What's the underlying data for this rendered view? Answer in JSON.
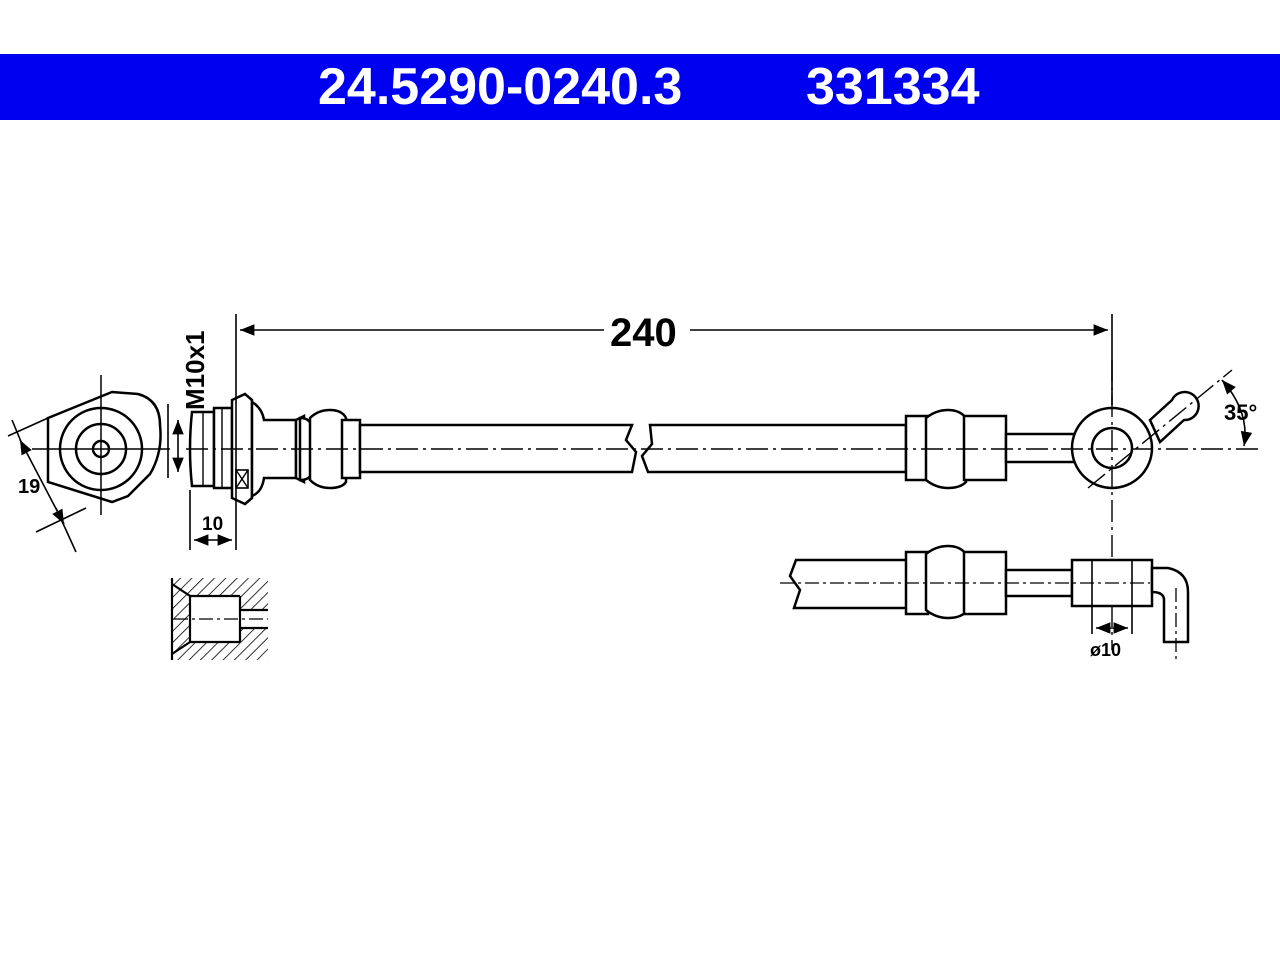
{
  "header": {
    "part_number": "24.5290-0240.3",
    "ref_number": "331334",
    "background_color": "#0000f0",
    "text_color": "#ffffff"
  },
  "dimensions": {
    "length": "240",
    "thread": "M10x1",
    "hex": "19",
    "thread_length": "10",
    "angle": "35°",
    "eye_diameter": "ø10"
  }
}
